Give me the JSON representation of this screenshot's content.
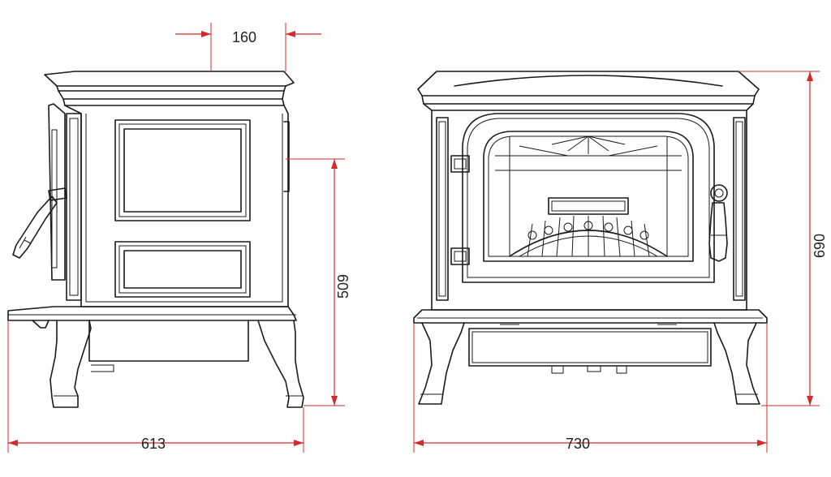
{
  "dimensions": {
    "top_offset": "160",
    "side_height": "509",
    "front_height": "690",
    "side_depth": "613",
    "front_width": "730"
  },
  "colors": {
    "dimension_line": "#d12b2b",
    "outline": "#1a1a1a",
    "background": "#ffffff"
  }
}
